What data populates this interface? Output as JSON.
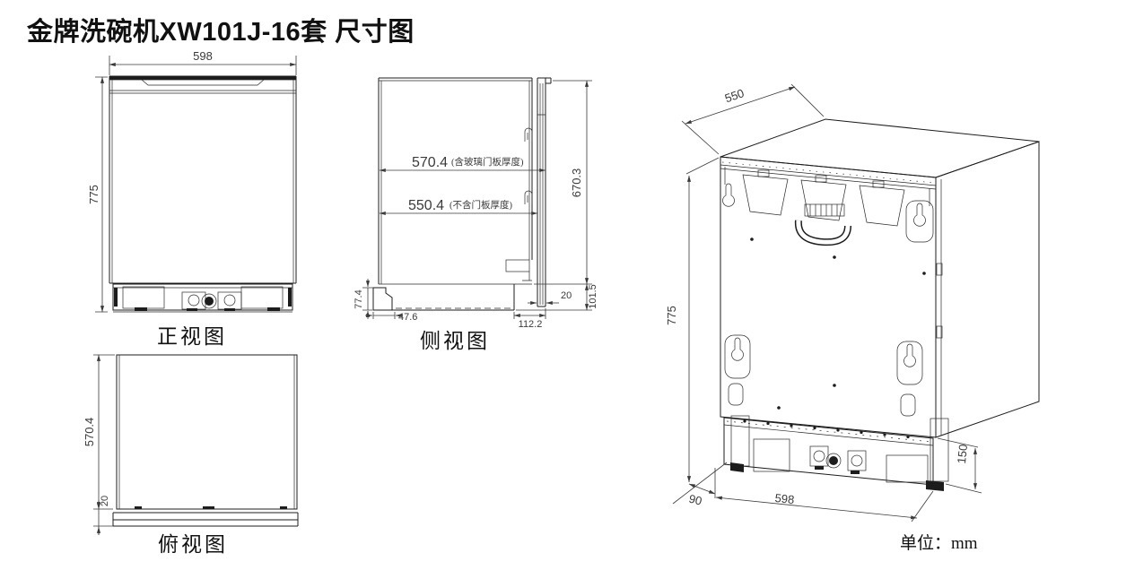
{
  "title": "金牌洗碗机XW101J-16套 尺寸图",
  "unit_note": "单位：mm",
  "line_color": "#1c1c1c",
  "views": {
    "front": {
      "label": "正视图",
      "width": "598",
      "height": "775"
    },
    "top": {
      "label": "俯视图",
      "depth": "570.4",
      "door_thickness": "20"
    },
    "side": {
      "label": "侧视图",
      "depth_with_glass_door": "570.4",
      "depth_with_glass_door_note": "(含玻璃门板厚度)",
      "depth_without_door": "550.4",
      "depth_without_door_note": "(不含门板厚度)",
      "door_height": "670.3",
      "rear_foot_height": "77.4",
      "front_foot_offset": "47.6",
      "base_depth": "112.2",
      "door_bottom_gap": "20",
      "bottom_section_height": "101.5"
    },
    "isometric": {
      "depth": "550",
      "height": "775",
      "back_offset": "90",
      "width": "598",
      "base_height": "150"
    }
  }
}
